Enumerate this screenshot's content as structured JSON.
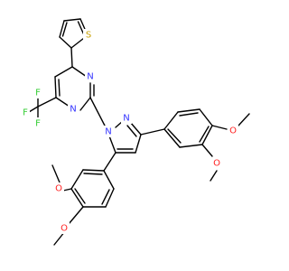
{
  "atoms": {
    "s1": "S",
    "n1": "N",
    "n2": "N",
    "n3": "N",
    "n4": "N",
    "f1": "F",
    "f2": "F",
    "f3": "F",
    "o1": "O",
    "o2": "O",
    "o3": "O",
    "o4": "O"
  },
  "colors": {
    "bond": "#000000",
    "nitrogen": "#3333ff",
    "oxygen": "#ff2222",
    "sulfur": "#c8a000",
    "fluorine": "#33cc33"
  }
}
